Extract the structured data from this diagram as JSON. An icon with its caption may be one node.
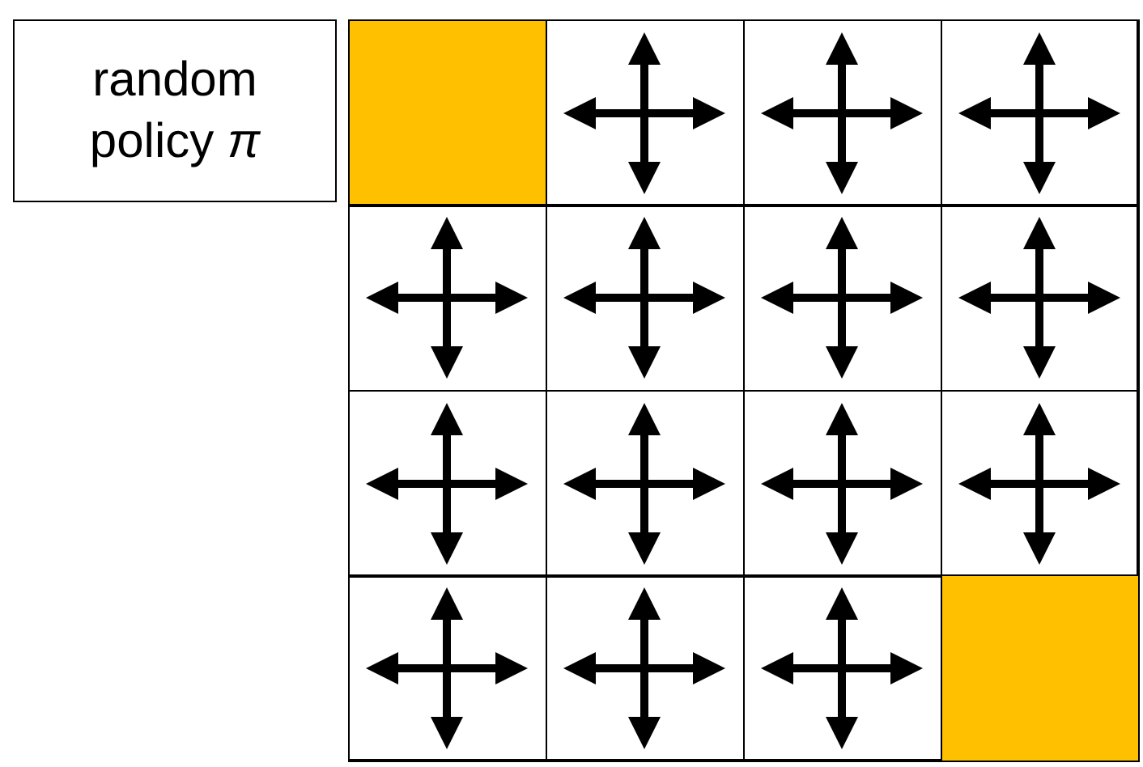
{
  "diagram": {
    "nodes": [
      {
        "text": [
          "random policy *π*"
        ]
      },
      {
        "text": [],
        "shape": "box"
      },
      {
        "text": [],
        "shape": "box",
        "in": 1
      },
      {
        "text": [],
        "shape": "box",
        "in": 1
      },
      {
        "text": [],
        "shape": "box",
        "in": 1
      },
      {
        "text": [],
        "shape": "box",
        "in": 1
      },
      {
        "text": [],
        "shape": "box",
        "in": 1
      },
      {
        "text": [],
        "shape": "box",
        "in": 1
      },
      {
        "text": [],
        "shape": "box",
        "in": 1
      },
      {
        "text": [],
        "shape": "box",
        "in": 1
      },
      {
        "text": [],
        "shape": "box",
        "in": 1
      },
      {
        "text": [],
        "shape": "box",
        "in": 1
      },
      {
        "text": [],
        "shape": "box",
        "in": 1
      },
      {
        "text": [],
        "shape": "box",
        "in": 1
      },
      {
        "text": [],
        "shape": "box",
        "in": 1
      },
      {
        "text": [],
        "shape": "box",
        "in": 1
      },
      {
        "text": [],
        "shape": "box",
        "in": 1
      },
      {
        "text": [],
        "shape": "box",
        "in": 1
      }
    ]
  }
}
